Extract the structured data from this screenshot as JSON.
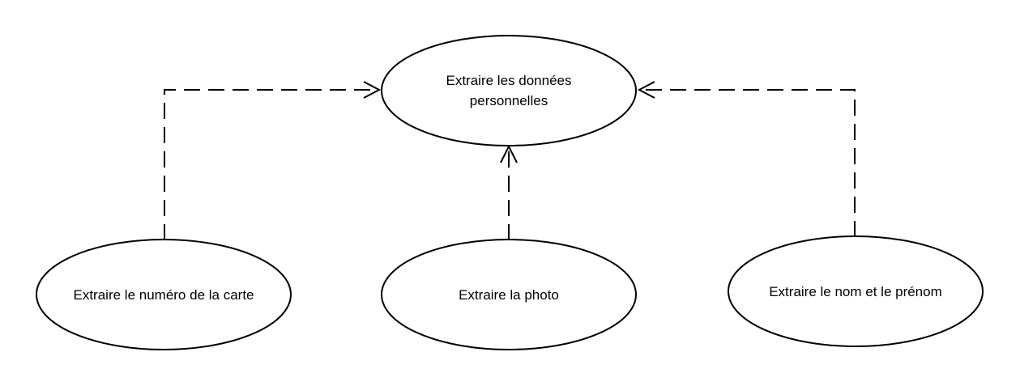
{
  "diagram": {
    "main_usecase": {
      "label_line1": "Extraire les données",
      "label_line2": "personnelles"
    },
    "sub_usecases": [
      {
        "label": "Extraire le numéro de la carte"
      },
      {
        "label": "Extraire la photo"
      },
      {
        "label": "Extraire le nom et le prénom"
      }
    ]
  }
}
